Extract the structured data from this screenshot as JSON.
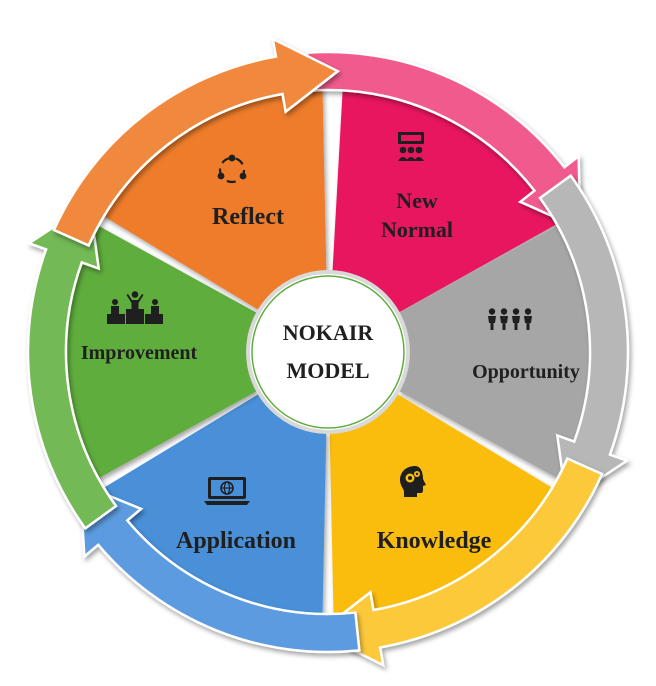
{
  "center": {
    "line1": "NOKAIR",
    "line2": "MODEL"
  },
  "segments": [
    {
      "id": "new-normal",
      "line1": "New",
      "line2": "Normal",
      "icon": "presentation-meeting-icon",
      "color": "#e8155f",
      "arrow_color": "#f05a8c"
    },
    {
      "id": "opportunity",
      "label": "Opportunity",
      "icon": "people-group-icon",
      "color": "#a6a6a6",
      "arrow_color": "#b7b7b7"
    },
    {
      "id": "knowledge",
      "label": "Knowledge",
      "icon": "head-gears-icon",
      "color": "#fbbd10",
      "arrow_color": "#fcc93a"
    },
    {
      "id": "application",
      "label": "Application",
      "icon": "laptop-globe-icon",
      "color": "#4a90d9",
      "arrow_color": "#5b9be0"
    },
    {
      "id": "improvement",
      "label": "Improvement",
      "icon": "podium-winners-icon",
      "color": "#5fad3e",
      "arrow_color": "#73b954"
    },
    {
      "id": "reflect",
      "label": "Reflect",
      "icon": "cycle-arrows-icon",
      "color": "#ee7b2a",
      "arrow_color": "#f0893e"
    }
  ]
}
